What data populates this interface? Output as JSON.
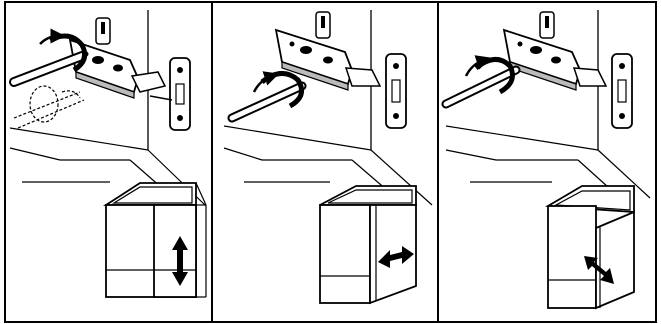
{
  "figure": {
    "panels": [
      {
        "id": "panel-1",
        "adjustment": "height",
        "arrow": "vertical-double-arrow-icon"
      },
      {
        "id": "panel-2",
        "adjustment": "side",
        "arrow": "horizontal-double-arrow-icon"
      },
      {
        "id": "panel-3",
        "adjustment": "depth",
        "arrow": "diagonal-double-arrow-icon"
      }
    ],
    "colors": {
      "ink": "#000000",
      "paper": "#ffffff",
      "shade": "#cfcfcf"
    }
  }
}
